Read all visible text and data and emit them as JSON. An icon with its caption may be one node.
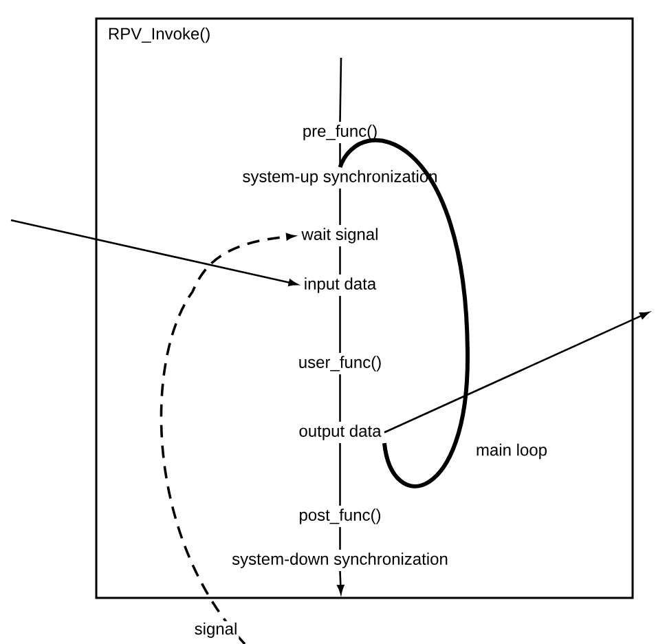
{
  "diagram": {
    "nodes": [
      {
        "text": [
          "RPV_Invoke()"
        ]
      },
      {
        "text": [
          "pre_func()"
        ],
        "in": 0
      },
      {
        "text": [
          "system-up synchronization"
        ],
        "in": 0
      },
      {
        "text": [
          "wait signal"
        ],
        "in": 0
      },
      {
        "text": [
          "input data"
        ],
        "in": 0
      },
      {
        "text": [
          "user_func()"
        ],
        "in": 0
      },
      {
        "text": [
          "output data"
        ],
        "in": 0
      },
      {
        "text": [
          "post_func()"
        ],
        "in": 0
      },
      {
        "text": [
          "system-down synchronization"
        ],
        "in": 0
      }
    ],
    "edges": [
      {
        "from": null,
        "to": 4,
        "arrow": "to"
      },
      {
        "from": 6,
        "to": null,
        "arrow": "to"
      },
      {
        "from": null,
        "to": 3,
        "arrow": "to",
        "style": "dashed",
        "label": "signal"
      },
      {
        "from": 6,
        "to": 2,
        "arrow": "none",
        "style": "thick",
        "label": "main loop"
      },
      {
        "from": null,
        "to": 1,
        "arrow": "none"
      },
      {
        "from": 1,
        "to": 2,
        "arrow": "none"
      },
      {
        "from": 2,
        "to": 3,
        "arrow": "none"
      },
      {
        "from": 3,
        "to": 4,
        "arrow": "none"
      },
      {
        "from": 4,
        "to": 5,
        "arrow": "none"
      },
      {
        "from": 5,
        "to": 6,
        "arrow": "none"
      },
      {
        "from": 6,
        "to": 7,
        "arrow": "none"
      },
      {
        "from": 7,
        "to": 8,
        "arrow": "none"
      },
      {
        "from": 8,
        "to": null,
        "arrow": "to"
      }
    ]
  }
}
